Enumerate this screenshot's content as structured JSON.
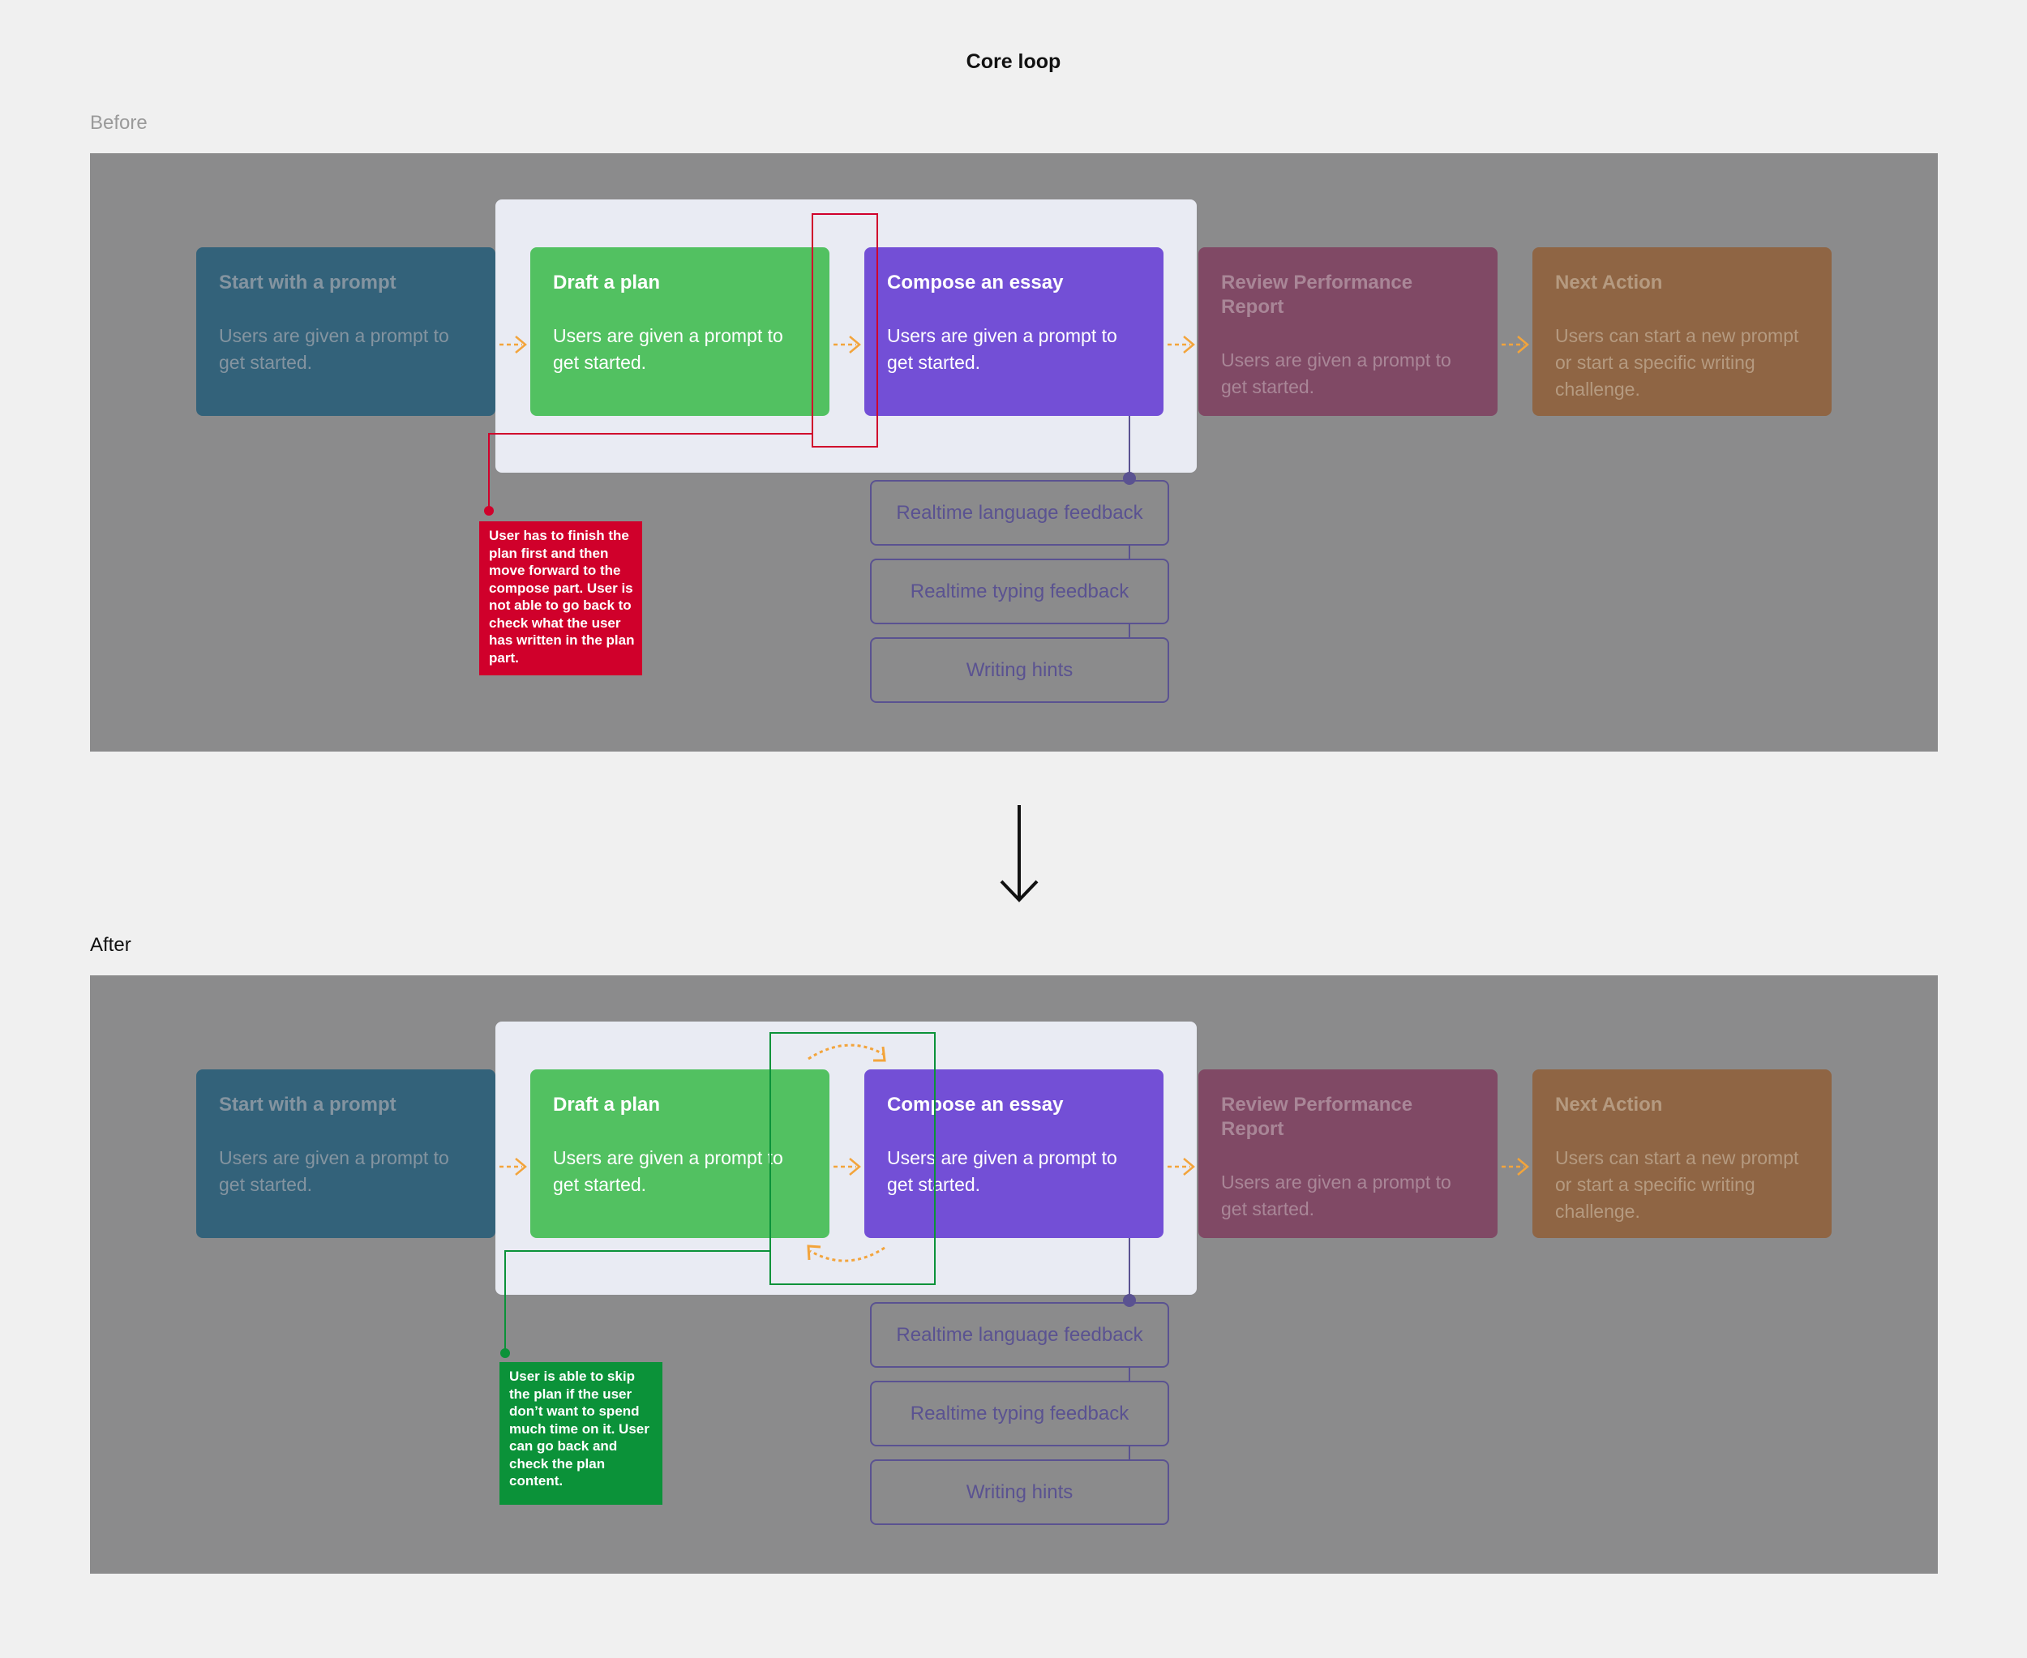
{
  "page_title": "Core loop",
  "sections": {
    "before": {
      "label": "Before",
      "note": "User has to finish the plan first and then move forward to the compose part. User is not able to go back to check what the user has written in the plan part.",
      "note_color": "#d0002b"
    },
    "after": {
      "label": "After",
      "note": "User is able to skip the plan if the user don’t want to spend much time on it. User can go back and check the plan content.",
      "note_color": "#0b9239"
    }
  },
  "cards": [
    {
      "title": "Start with a prompt",
      "desc": "Users are given a prompt to get started.",
      "color": "#33627a"
    },
    {
      "title": "Draft a plan",
      "desc": "Users are given a prompt to get started.",
      "color": "#52c161"
    },
    {
      "title": "Compose an essay",
      "desc": "Users are given a prompt to get started.",
      "color": "#734fd6"
    },
    {
      "title": "Review Performance Report",
      "desc": "Users are given a prompt to get started.",
      "color": "#804965"
    },
    {
      "title": "Next Action",
      "desc": "Users can start a new prompt or start a specific writing challenge.",
      "color": "#8f6544"
    }
  ],
  "features": [
    "Realtime language feedback",
    "Realtime typing feedback",
    "Writing hints"
  ],
  "colors": {
    "background": "#f0f0f0",
    "panel": "#8b8b8c",
    "highlight": "#e9ebf3",
    "flow_arrow": "#f3a43b",
    "feature_outline": "#5a5291"
  },
  "icons": [
    "dashed-arrow-right-icon",
    "down-arrow-icon",
    "cycle-arrow-icon"
  ]
}
